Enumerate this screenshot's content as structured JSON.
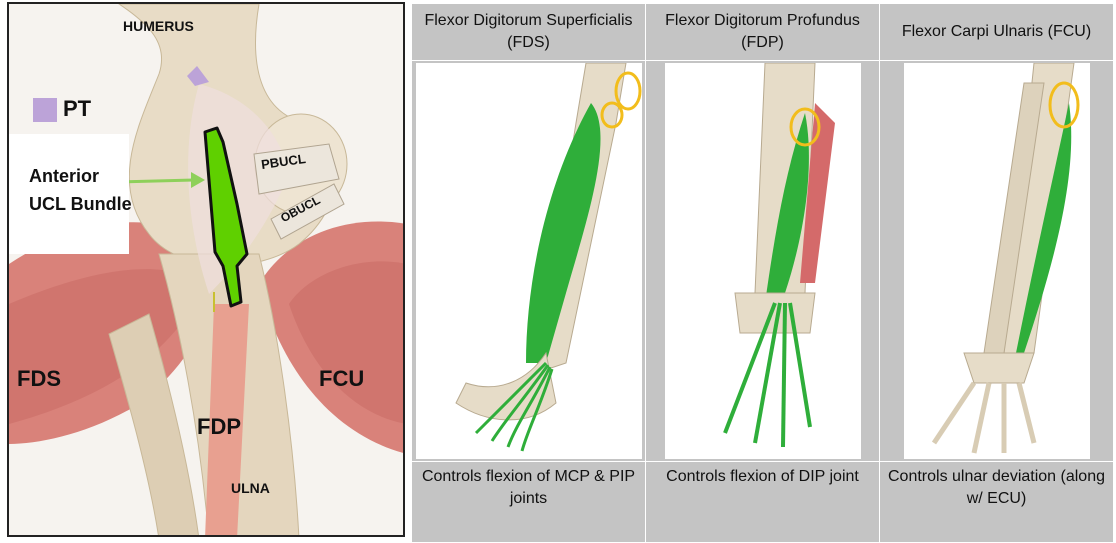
{
  "left_diagram": {
    "labels": {
      "humerus": "HUMERUS",
      "pt": "PT",
      "anterior_ucl": "Anterior UCL Bundle",
      "pbucl": "PBUCL",
      "obucl": "OBUCL",
      "fds": "FDS",
      "fcu": "FCU",
      "fdp": "FDP",
      "ulna": "ULNA"
    },
    "colors": {
      "pt": "#bca3d8",
      "ucl_bundle": "#5fd000",
      "arrow": "#8ed05a",
      "fdp": "#e8a090",
      "muscle": "#d9827a",
      "bone": "#e8dcc6"
    }
  },
  "table": {
    "headers": [
      "Flexor Digitorum Superficialis (FDS)",
      "Flexor Digitorum Profundus (FDP)",
      "Flexor Carpi Ulnaris (FCU)"
    ],
    "functions": [
      "Controls flexion of MCP & PIP joints",
      "Controls flexion of DIP joint",
      "Controls ulnar deviation (along w/ ECU)"
    ],
    "colors": {
      "cell_bg": "#c4c4c4",
      "muscle_highlight": "#2fae3a",
      "circle_highlight": "#f2bd1c"
    }
  }
}
